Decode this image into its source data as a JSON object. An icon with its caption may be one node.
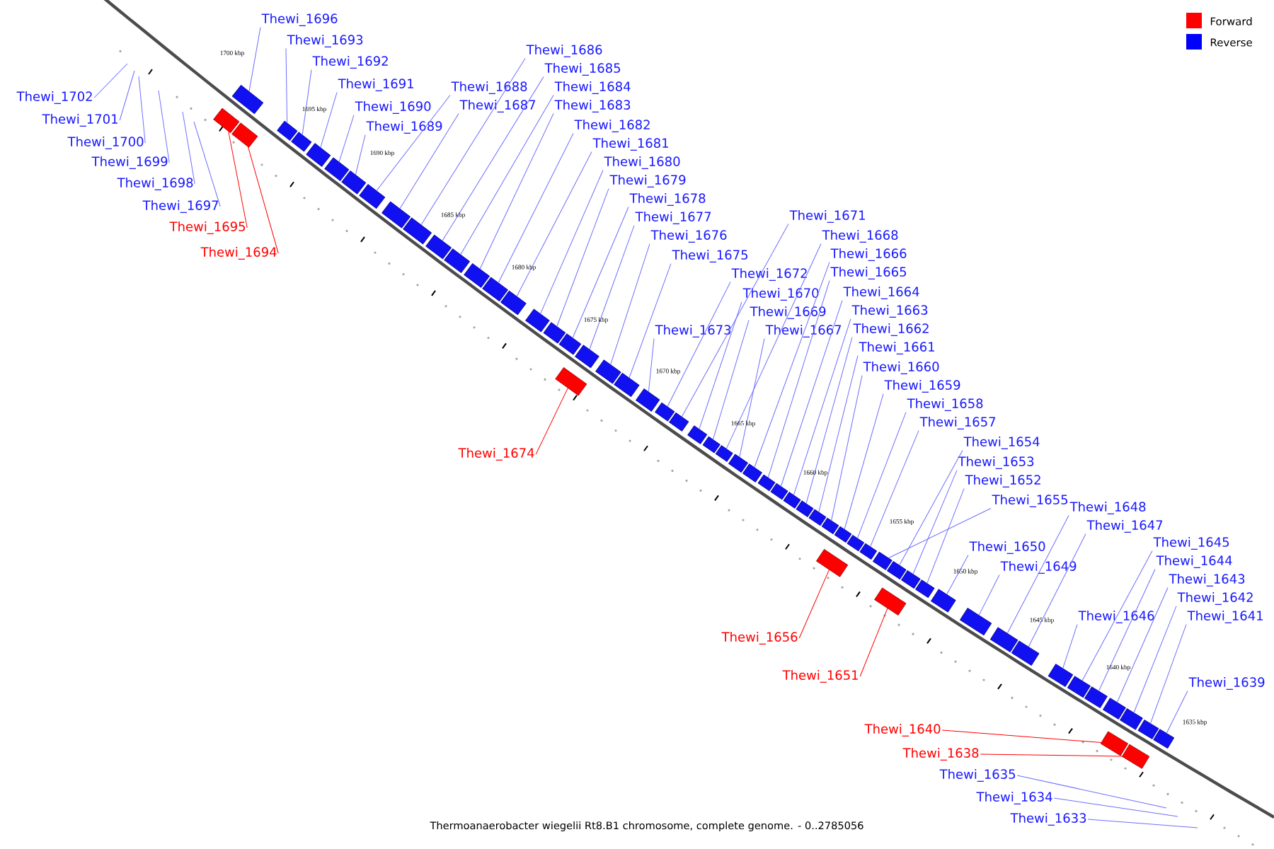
{
  "diagram": {
    "caption": "Thermoanaerobacter wiegelii Rt8.B1 chromosome, complete genome. - 0..2785056",
    "nodes": [
      {
        "text": [
          "Thewi_1696"
        ]
      },
      {
        "text": [
          "Thewi_1693"
        ]
      },
      {
        "text": [
          "Thewi_1686"
        ]
      },
      {
        "text": [
          "Thewi_1692"
        ]
      },
      {
        "text": [
          "Thewi_1685"
        ]
      },
      {
        "text": [
          "Thewi_1691"
        ]
      },
      {
        "text": [
          "Thewi_1688"
        ]
      },
      {
        "text": [
          "Thewi_1684"
        ]
      },
      {
        "text": [
          "Thewi_1702"
        ]
      },
      {
        "text": [
          "Thewi_1687"
        ]
      },
      {
        "text": [
          "Thewi_1683"
        ]
      },
      {
        "text": [
          "Thewi_1690"
        ]
      },
      {
        "text": [
          "Thewi_1701"
        ]
      },
      {
        "text": [
          "Thewi_1689"
        ]
      },
      {
        "text": [
          "Thewi_1682"
        ]
      },
      {
        "text": [
          "Thewi_1700"
        ]
      },
      {
        "text": [
          "Thewi_1681"
        ]
      },
      {
        "text": [
          "Thewi_1699"
        ]
      },
      {
        "text": [
          "Thewi_1680"
        ]
      },
      {
        "text": [
          "Thewi_1679"
        ]
      },
      {
        "text": [
          "Thewi_1698"
        ]
      },
      {
        "text": [
          "Thewi_1678"
        ]
      },
      {
        "text": [
          "Thewi_1697"
        ]
      },
      {
        "text": [
          "Thewi_1671"
        ]
      },
      {
        "text": [
          "Thewi_1677"
        ]
      },
      {
        "text": [
          "Thewi_1695"
        ]
      },
      {
        "text": [
          "Thewi_1676"
        ]
      },
      {
        "text": [
          "Thewi_1668"
        ]
      },
      {
        "text": [
          "Thewi_1694"
        ]
      },
      {
        "text": [
          "Thewi_1666"
        ]
      },
      {
        "text": [
          "Thewi_1675"
        ]
      },
      {
        "text": [
          "Thewi_1665"
        ]
      },
      {
        "text": [
          "Thewi_1672"
        ]
      },
      {
        "text": [
          "Thewi_1664"
        ]
      },
      {
        "text": [
          "Thewi_1670"
        ]
      },
      {
        "text": [
          "Thewi_1669"
        ]
      },
      {
        "text": [
          "Thewi_1663"
        ]
      },
      {
        "text": [
          "Thewi_1673"
        ]
      },
      {
        "text": [
          "Thewi_1667"
        ]
      },
      {
        "text": [
          "Thewi_1662"
        ]
      },
      {
        "text": [
          "Thewi_1661"
        ]
      },
      {
        "text": [
          "Thewi_1660"
        ]
      },
      {
        "text": [
          "Thewi_1659"
        ]
      },
      {
        "text": [
          "Thewi_1658"
        ]
      },
      {
        "text": [
          "Thewi_1657"
        ]
      },
      {
        "text": [
          "Thewi_1654"
        ]
      },
      {
        "text": [
          "Thewi_1674"
        ]
      },
      {
        "text": [
          "Thewi_1653"
        ]
      },
      {
        "text": [
          "Thewi_1652"
        ]
      },
      {
        "text": [
          "Thewi_1648"
        ]
      },
      {
        "text": [
          "Thewi_1655"
        ]
      },
      {
        "text": [
          "Thewi_1647"
        ]
      },
      {
        "text": [
          "Thewi_1645"
        ]
      },
      {
        "text": [
          "Thewi_1650"
        ]
      },
      {
        "text": [
          "Thewi_1644"
        ]
      },
      {
        "text": [
          "Thewi_1649"
        ]
      },
      {
        "text": [
          "Thewi_1643"
        ]
      },
      {
        "text": [
          "Thewi_1642"
        ]
      },
      {
        "text": [
          "Thewi_1646"
        ]
      },
      {
        "text": [
          "Thewi_1641"
        ]
      },
      {
        "text": [
          "Thewi_1656"
        ]
      },
      {
        "text": [
          "Thewi_1651"
        ]
      },
      {
        "text": [
          "Thewi_1639"
        ]
      },
      {
        "text": [
          "Thewi_1640"
        ]
      },
      {
        "text": [
          "Thewi_1638"
        ]
      },
      {
        "text": [
          "Thewi_1635"
        ]
      },
      {
        "text": [
          "Thewi_1634"
        ]
      },
      {
        "text": [
          "Thewi_1633"
        ]
      },
      {
        "text": [],
        "shape": "box"
      },
      {
        "text": [],
        "shape": "box"
      },
      {
        "text": [],
        "shape": "box"
      },
      {
        "text": [],
        "shape": "box"
      },
      {
        "text": [],
        "shape": "box"
      },
      {
        "text": [],
        "shape": "box"
      },
      {
        "text": [],
        "shape": "box"
      },
      {
        "text": [],
        "shape": "box"
      },
      {
        "text": [],
        "shape": "box"
      },
      {
        "text": [],
        "shape": "box"
      },
      {
        "text": [],
        "shape": "box"
      },
      {
        "text": [],
        "shape": "box"
      },
      {
        "text": [],
        "shape": "box"
      },
      {
        "text": [],
        "shape": "box"
      },
      {
        "text": [],
        "shape": "box"
      },
      {
        "text": [],
        "shape": "box"
      },
      {
        "text": [],
        "shape": "box"
      },
      {
        "text": [],
        "shape": "box"
      },
      {
        "text": [],
        "shape": "box"
      },
      {
        "text": [],
        "shape": "box"
      },
      {
        "text": [],
        "shape": "box"
      },
      {
        "text": [],
        "shape": "box"
      },
      {
        "text": [],
        "shape": "box"
      },
      {
        "text": [],
        "shape": "box"
      },
      {
        "text": [],
        "shape": "box"
      },
      {
        "text": [],
        "shape": "box"
      },
      {
        "text": [],
        "shape": "box"
      },
      {
        "text": [],
        "shape": "box"
      },
      {
        "text": [],
        "shape": "box"
      },
      {
        "text": [],
        "shape": "box"
      },
      {
        "text": [],
        "shape": "box"
      },
      {
        "text": [],
        "shape": "box"
      },
      {
        "text": [],
        "shape": "box"
      },
      {
        "text": [],
        "shape": "box"
      },
      {
        "text": [],
        "shape": "box"
      },
      {
        "text": [],
        "shape": "box"
      },
      {
        "text": [],
        "shape": "box"
      },
      {
        "text": [],
        "shape": "box"
      },
      {
        "text": [],
        "shape": "box"
      },
      {
        "text": [],
        "shape": "box"
      },
      {
        "text": [],
        "shape": "box"
      },
      {
        "text": [],
        "shape": "box"
      },
      {
        "text": [],
        "shape": "box"
      },
      {
        "text": [],
        "shape": "box"
      },
      {
        "text": [],
        "shape": "box"
      },
      {
        "text": [],
        "shape": "box"
      },
      {
        "text": [],
        "shape": "box"
      },
      {
        "text": [],
        "shape": "box"
      },
      {
        "text": [],
        "shape": "box"
      },
      {
        "text": [],
        "shape": "box"
      },
      {
        "text": [],
        "shape": "box"
      },
      {
        "text": [],
        "shape": "box"
      },
      {
        "text": [],
        "shape": "box"
      },
      {
        "text": [],
        "shape": "box"
      },
      {
        "text": [],
        "shape": "box"
      },
      {
        "text": [],
        "shape": "box"
      },
      {
        "text": [],
        "shape": "box"
      },
      {
        "text": [],
        "shape": "box"
      },
      {
        "text": [],
        "shape": "box"
      }
    ],
    "edges": [
      {
        "from": 0,
        "to": 69,
        "arrow": "none"
      },
      {
        "from": 1,
        "to": 71,
        "arrow": "none"
      },
      {
        "from": 2,
        "to": 78,
        "arrow": "none"
      },
      {
        "from": 3,
        "to": 72,
        "arrow": "none"
      },
      {
        "from": 4,
        "to": 79,
        "arrow": "none"
      },
      {
        "from": 5,
        "to": 73,
        "arrow": "none"
      },
      {
        "from": 6,
        "to": 76,
        "arrow": "none"
      },
      {
        "from": 7,
        "to": 80,
        "arrow": "none"
      },
      {
        "from": 8,
        "to": null,
        "arrow": "none"
      },
      {
        "from": 9,
        "to": 77,
        "arrow": "none"
      },
      {
        "from": 10,
        "to": 81,
        "arrow": "none"
      },
      {
        "from": 11,
        "to": 74,
        "arrow": "none"
      },
      {
        "from": 12,
        "to": null,
        "arrow": "none"
      },
      {
        "from": 13,
        "to": 75,
        "arrow": "none"
      },
      {
        "from": 14,
        "to": 82,
        "arrow": "none"
      },
      {
        "from": 15,
        "to": null,
        "arrow": "none"
      },
      {
        "from": 16,
        "to": 83,
        "arrow": "none"
      },
      {
        "from": 17,
        "to": null,
        "arrow": "none"
      },
      {
        "from": 18,
        "to": 84,
        "arrow": "none"
      },
      {
        "from": 19,
        "to": 85,
        "arrow": "none"
      },
      {
        "from": 20,
        "to": null,
        "arrow": "none"
      },
      {
        "from": 21,
        "to": 86,
        "arrow": "none"
      },
      {
        "from": 22,
        "to": null,
        "arrow": "none"
      },
      {
        "from": 23,
        "to": 93,
        "arrow": "none"
      },
      {
        "from": 24,
        "to": 87,
        "arrow": "none"
      },
      {
        "from": 25,
        "to": 68,
        "arrow": "none",
        "color": "#ff0000"
      },
      {
        "from": 26,
        "to": 89,
        "arrow": "none"
      },
      {
        "from": 27,
        "to": 96,
        "arrow": "none"
      },
      {
        "from": 28,
        "to": 70,
        "arrow": "none",
        "color": "#ff0000"
      },
      {
        "from": 29,
        "to": 98,
        "arrow": "none"
      },
      {
        "from": 30,
        "to": 90,
        "arrow": "none"
      },
      {
        "from": 31,
        "to": 99,
        "arrow": "none"
      },
      {
        "from": 32,
        "to": 92,
        "arrow": "none"
      },
      {
        "from": 33,
        "to": 100,
        "arrow": "none"
      },
      {
        "from": 34,
        "to": 94,
        "arrow": "none"
      },
      {
        "from": 35,
        "to": 95,
        "arrow": "none"
      },
      {
        "from": 36,
        "to": 101,
        "arrow": "none"
      },
      {
        "from": 37,
        "to": 91,
        "arrow": "none"
      },
      {
        "from": 38,
        "to": 97,
        "arrow": "none"
      },
      {
        "from": 39,
        "to": 102,
        "arrow": "none"
      },
      {
        "from": 40,
        "to": 103,
        "arrow": "none"
      },
      {
        "from": 41,
        "to": 104,
        "arrow": "none"
      },
      {
        "from": 42,
        "to": 105,
        "arrow": "none"
      },
      {
        "from": 43,
        "to": 106,
        "arrow": "none"
      },
      {
        "from": 44,
        "to": 108,
        "arrow": "none"
      },
      {
        "from": 45,
        "to": 110,
        "arrow": "none"
      },
      {
        "from": 46,
        "to": 88,
        "arrow": "none",
        "color": "#ff0000"
      },
      {
        "from": 47,
        "to": 111,
        "arrow": "none"
      },
      {
        "from": 48,
        "to": 112,
        "arrow": "none"
      },
      {
        "from": 49,
        "to": 116,
        "arrow": "none"
      },
      {
        "from": 50,
        "to": 109,
        "arrow": "none"
      },
      {
        "from": 51,
        "to": 117,
        "arrow": "none"
      },
      {
        "from": 52,
        "to": 119,
        "arrow": "none"
      },
      {
        "from": 53,
        "to": 114,
        "arrow": "none"
      },
      {
        "from": 54,
        "to": 120,
        "arrow": "none"
      },
      {
        "from": 55,
        "to": 115,
        "arrow": "none"
      },
      {
        "from": 56,
        "to": 121,
        "arrow": "none"
      },
      {
        "from": 57,
        "to": 123,
        "arrow": "none"
      },
      {
        "from": 58,
        "to": 118,
        "arrow": "none"
      },
      {
        "from": 59,
        "to": 124,
        "arrow": "none"
      },
      {
        "from": 60,
        "to": 107,
        "arrow": "none",
        "color": "#ff0000"
      },
      {
        "from": 61,
        "to": 113,
        "arrow": "none",
        "color": "#ff0000"
      },
      {
        "from": 62,
        "to": 126,
        "arrow": "none"
      },
      {
        "from": 63,
        "to": 122,
        "arrow": "none",
        "color": "#ff0000"
      },
      {
        "from": 64,
        "to": 125,
        "arrow": "none",
        "color": "#ff0000"
      },
      {
        "from": 65,
        "to": null,
        "arrow": "none"
      },
      {
        "from": 66,
        "to": null,
        "arrow": "none"
      },
      {
        "from": 67,
        "to": null,
        "arrow": "none"
      }
    ],
    "labels": [
      "1700 kbp",
      "1695 kbp",
      "1690 kbp",
      "1685 kbp",
      "1680 kbp",
      "1675 kbp",
      "1670 kbp",
      "1665 kbp",
      "1660 kbp",
      "1655 kbp",
      "1650 kbp",
      "1645 kbp",
      "1640 kbp",
      "1635 kbp"
    ],
    "legend": [
      {
        "text": "Forward",
        "color": "#ff0000"
      },
      {
        "text": "Reverse",
        "color": "#0000ff"
      }
    ]
  }
}
